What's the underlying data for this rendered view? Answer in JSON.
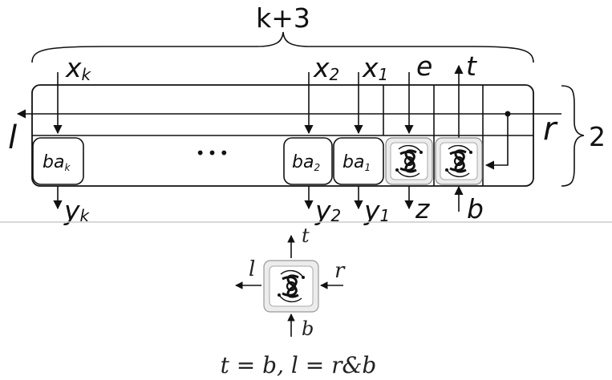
{
  "top": {
    "brace_label": "k+3",
    "side_label": "2",
    "left_output": "l",
    "right_input": "r",
    "dots": "•••",
    "inputs": [
      {
        "base": "x",
        "sub": "k"
      },
      {
        "base": "x",
        "sub": "2"
      },
      {
        "base": "x",
        "sub": "1"
      },
      {
        "base": "e",
        "sub": ""
      }
    ],
    "top_output": "t",
    "outputs": [
      {
        "base": "y",
        "sub": "k"
      },
      {
        "base": "y",
        "sub": "2"
      },
      {
        "base": "y",
        "sub": "1"
      },
      {
        "base": "z",
        "sub": ""
      }
    ],
    "bottom_input": "b",
    "gates": [
      {
        "base": "ba",
        "sub": "k"
      },
      {
        "base": "ba",
        "sub": "2"
      },
      {
        "base": "ba",
        "sub": "1"
      }
    ]
  },
  "bottom": {
    "top_label": "t",
    "left_label": "l",
    "right_label": "r",
    "bottom_label": "b",
    "equation": "t = b, l = r&b"
  },
  "colors": {
    "stroke": "#111111",
    "gear_fill": "#ececec",
    "separator": "#cccccc"
  }
}
